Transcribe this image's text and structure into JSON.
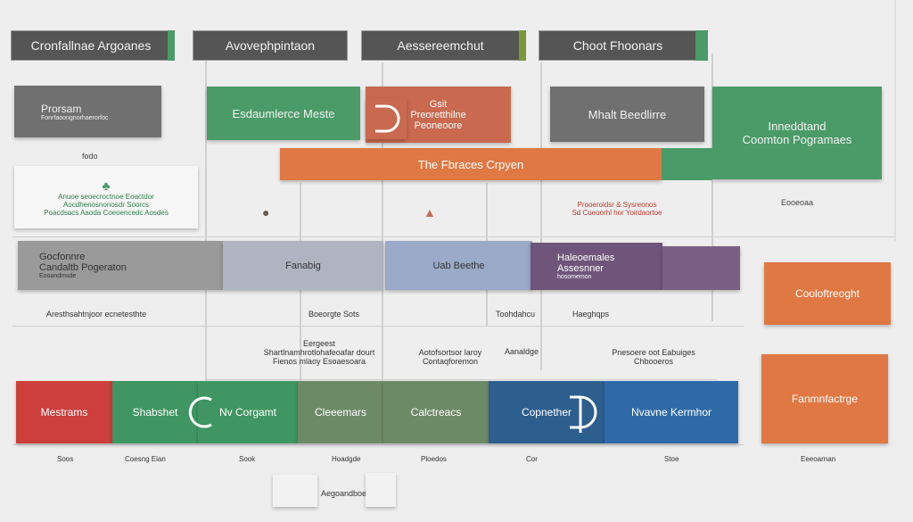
{
  "headers": [
    {
      "label": "Cronfallnae Argoanes",
      "accent": "#4a9b68"
    },
    {
      "label": "Avovephpintaon",
      "accent": "#666666"
    },
    {
      "label": "Aessereemchut",
      "accent": "#7a9a3a"
    },
    {
      "label": "Choot Fhoonars",
      "accent": "#4a9b68"
    }
  ],
  "row1": {
    "program": {
      "title": "Prorsam",
      "subtitle": "Fonrfaoongnorhaerorfoc"
    },
    "environment": "Esdaumlerce Meste",
    "cost": {
      "line1": "Gsit",
      "line2": "Preoretthilne",
      "line3": "Peoneoore"
    },
    "mait": "Mhalt Beedlirre",
    "immed": {
      "line1": "Inneddtand",
      "line2": "Coomton Pogramaes"
    }
  },
  "banner": "The Fbraces Crpyen",
  "left_note": {
    "line1": "Anuoe seoecroctnoe Eoactdor",
    "line2": "Aocdhenosnonosdr Soorcs",
    "line3": "Poacdsocs Aaoda Coeoencedc Aosdes"
  },
  "mid_note": {
    "line1": "Prooeroidsr & Sysreonos",
    "line2": "Sd Coeoorhl hor Yoirdaortoe"
  },
  "right_note": "Eooeoaa",
  "top_small": "fodo",
  "row2": {
    "left": {
      "line1": "Gocfonnre",
      "line2": "Candaltb Pogeraton",
      "line3": "Eooandmsde"
    },
    "flow": "Fanabig",
    "step": "Uab Beethe",
    "purple": {
      "line1": "Haleoemales",
      "line2": "Assesnner",
      "line3": "hosomemon"
    },
    "right_box": "Cooloftreoght"
  },
  "row2_labels": [
    "Aresthsahtnjoor ecnetesthte",
    "Boeorgte Sots",
    "Toohdahcu",
    "Haeghqps"
  ],
  "row3_notes": {
    "left": {
      "line1": "Eergeest",
      "line2": "Shartlnamhrotlohafeoafar dourt",
      "line3": "Fienos mlaoy Esoaesoara"
    },
    "middle": {
      "line1": "Aotofsortsor laroy",
      "line2": "Contaqforemon"
    },
    "ascending": "Aanaldge",
    "right": {
      "line1": "Pnesoere oot Eabuiges",
      "line2": "Chbooeros"
    }
  },
  "bottom_bar": [
    {
      "label": "Mestrams",
      "color": "#cc3f3a"
    },
    {
      "label": "Shabshet",
      "color": "#3f9662"
    },
    {
      "label": "Nv Corgamt",
      "color": "#3f9662"
    },
    {
      "label": "Cleeemars",
      "color": "#6d8a66"
    },
    {
      "label": "Calctreacs",
      "color": "#6d8a66"
    },
    {
      "label": "Copnether",
      "color": "#2c5e8e"
    },
    {
      "label": "Nvavne Kermhor",
      "color": "#2f6aa8"
    }
  ],
  "right_bottom": "Fanmnfactrge",
  "bottom_labels": [
    "Soos",
    "Coesng Eian",
    "Sook",
    "Hoadgde",
    "Ploedos",
    "Cor",
    "Stoe",
    "Eeeoarnan"
  ],
  "footer_note": "Aegoandboe",
  "colors": {
    "grey": "#707070",
    "green": "#4a9b68",
    "orange": "#e07844",
    "purple": "#6e5579",
    "blue": "#2c5e8e",
    "red": "#cc3f3a"
  }
}
